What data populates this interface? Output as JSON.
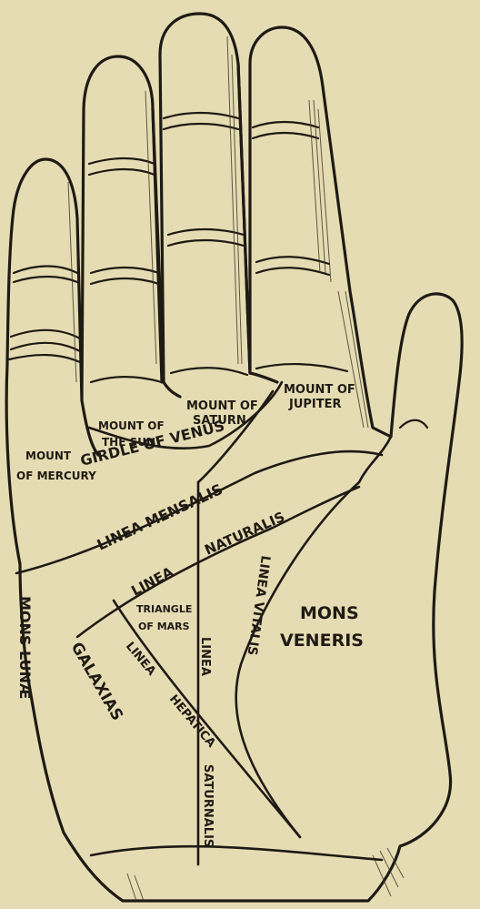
{
  "labels": {
    "mount_jupiter_1": "MOUNT OF",
    "mount_jupiter_2": "JUPITER",
    "mount_saturn_1": "MOUNT OF",
    "mount_saturn_2": "SATURN",
    "mount_sun_1": "MOUNT OF",
    "mount_sun_2": "THE SUN",
    "mount_mercury_1": "MOUNT",
    "mount_mercury_2": "OF MERCURY",
    "girdle_venus": "GIRDLE OF VENUS",
    "linea_mensalis": "LINEA MENSALIS",
    "linea_naturalis_1": "LINEA",
    "linea_naturalis_2": "NATURALIS",
    "linea_vitalis": "LINEA VITALIS",
    "mons_veneris_1": "MONS",
    "mons_veneris_2": "VENERIS",
    "mons_lunae": "MONS LUNÆ",
    "galaxias": "GALAXIAS",
    "triangle_1": "TRIANGLE",
    "triangle_2": "OF MARS",
    "linea_hepatica_1": "LINEA",
    "linea_hepatica_2": "HEPATICA",
    "linea_saturnalis_1": "LINEA",
    "linea_saturnalis_2": "SATURNALIS"
  }
}
